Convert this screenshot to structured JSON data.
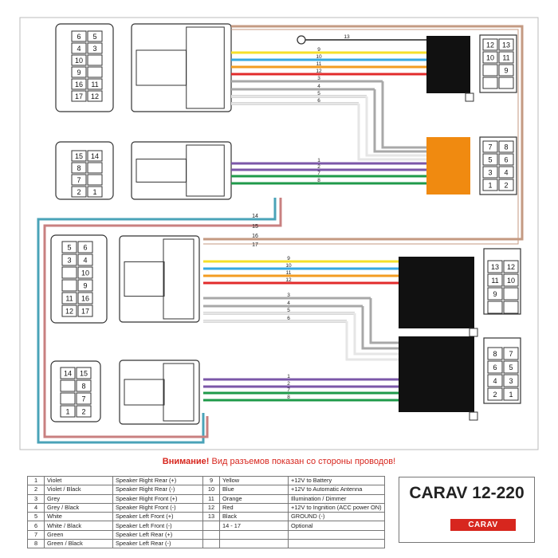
{
  "colors": {
    "violet": "#7b57a8",
    "grey": "#a8a8a8",
    "white": "#e6e6e6",
    "green": "#1f9a4a",
    "yellow": "#f5e02a",
    "blue": "#36a9e1",
    "orange": "#f39c22",
    "red": "#e22b2b",
    "black": "#222222",
    "brown": "#c49a82",
    "teal": "#4aa3b8",
    "accent_orange": "#f08a10",
    "warning_red": "#d7261e"
  },
  "connectors": {
    "conn_a": [
      [
        "6",
        "5"
      ],
      [
        "4",
        "3"
      ],
      [
        "10",
        ""
      ],
      [
        "9",
        ""
      ],
      [
        "16",
        "11"
      ],
      [
        "17",
        "12"
      ]
    ],
    "conn_b": [
      [
        "15",
        "14"
      ],
      [
        "8",
        ""
      ],
      [
        "7",
        ""
      ],
      [
        "2",
        "1"
      ]
    ],
    "conn_c": [
      [
        "5",
        "6"
      ],
      [
        "3",
        "4"
      ],
      [
        "",
        "10"
      ],
      [
        "",
        "9"
      ],
      [
        "11",
        "16"
      ],
      [
        "12",
        "17"
      ]
    ],
    "conn_d": [
      [
        "14",
        "15"
      ],
      [
        "",
        "8"
      ],
      [
        "",
        "7"
      ],
      [
        "1",
        "2"
      ]
    ],
    "right_top": [
      [
        "12",
        "13"
      ],
      [
        "10",
        "11"
      ],
      [
        "",
        "9"
      ],
      [
        "",
        ""
      ]
    ],
    "right_iso": [
      [
        "7",
        "8"
      ],
      [
        "5",
        "6"
      ],
      [
        "3",
        "4"
      ],
      [
        "1",
        "2"
      ]
    ],
    "right_mid": [
      [
        "13",
        "12"
      ],
      [
        "11",
        "10"
      ],
      [
        "9",
        ""
      ],
      [
        "",
        ""
      ]
    ],
    "right_bot": [
      [
        "8",
        "7"
      ],
      [
        "6",
        "5"
      ],
      [
        "4",
        "3"
      ],
      [
        "2",
        "1"
      ]
    ]
  },
  "wires": {
    "top_group_a": [
      "13",
      "9",
      "10",
      "11",
      "12",
      "3",
      "4",
      "5",
      "6"
    ],
    "top_group_b": [
      "1",
      "2",
      "7",
      "8"
    ],
    "loop_labels": [
      "14",
      "15",
      "16",
      "17"
    ],
    "lower_group_a": [
      "9",
      "10",
      "11",
      "12",
      "3",
      "4",
      "5",
      "6"
    ],
    "lower_group_b": [
      "1",
      "2",
      "7",
      "8"
    ]
  },
  "warning": {
    "prefix": "Внимание!",
    "text": " Вид разъемов показан со стороны проводов!"
  },
  "legend_rows": [
    [
      "1",
      "Violet",
      "Speaker Right Rear (+)",
      "9",
      "Yellow",
      "+12V to Battery"
    ],
    [
      "2",
      "Violet / Black",
      "Speaker Right Rear (-)",
      "10",
      "Blue",
      "+12V to Automatic Antenna"
    ],
    [
      "3",
      "Grey",
      "Speaker Right Front (+)",
      "11",
      "Orange",
      "Illumination / Dimmer"
    ],
    [
      "4",
      "Grey / Black",
      "Speaker Right Front (-)",
      "12",
      "Red",
      "+12V to Ingnition (ACC power ON)"
    ],
    [
      "5",
      "White",
      "Speaker Left Front (+)",
      "13",
      "Black",
      "GROUND (-)"
    ],
    [
      "6",
      "White / Black",
      "Speaker Left Front (-)",
      "",
      "14 - 17",
      "Optional"
    ],
    [
      "7",
      "Green",
      "Speaker Left Rear (+)",
      "",
      "",
      ""
    ],
    [
      "8",
      "Green / Black",
      "Speaker Left Rear (-)",
      "",
      "",
      ""
    ]
  ],
  "model": {
    "title": "CARAV 12-220",
    "logo": "CARAV"
  }
}
